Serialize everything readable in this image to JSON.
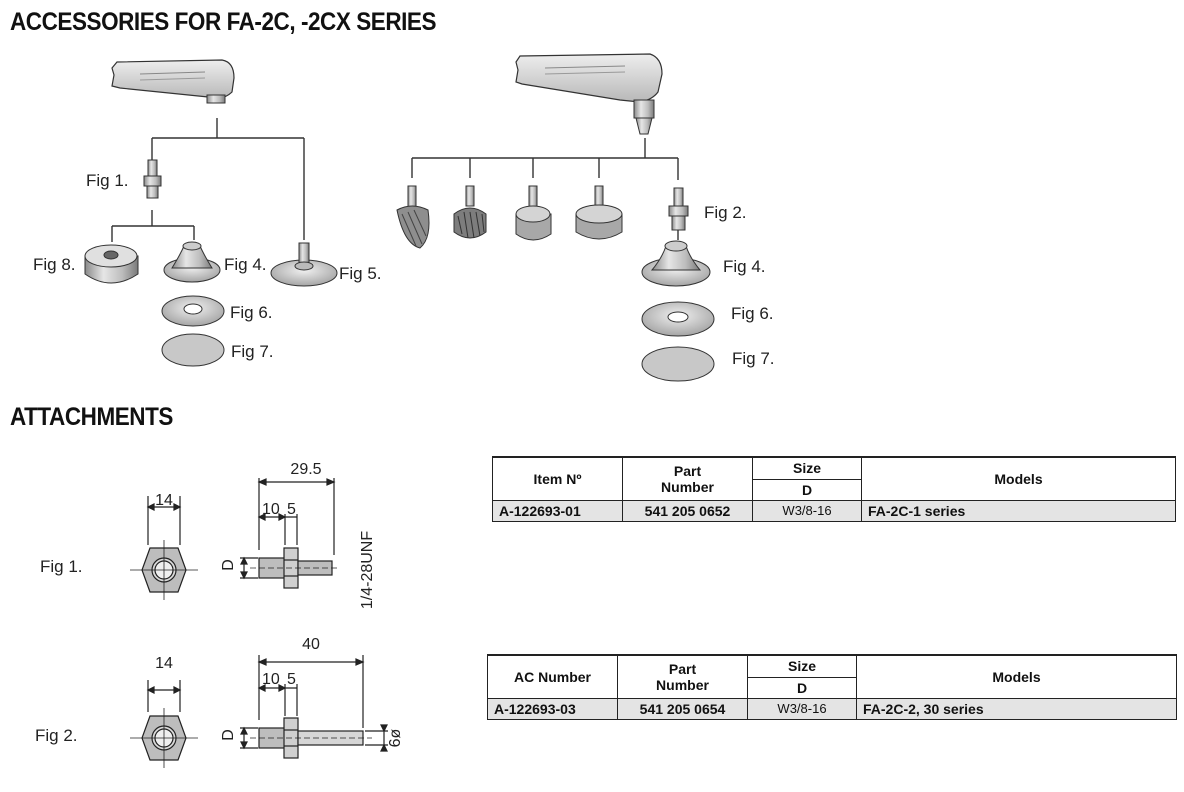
{
  "titles": {
    "accessories": "ACCESSORIES FOR FA-2C, -2CX SERIES",
    "attachments": "ATTACHMENTS"
  },
  "figure_labels": {
    "left_fig1": "Fig 1.",
    "left_fig8": "Fig 8.",
    "left_fig4": "Fig 4.",
    "left_fig5": "Fig 5.",
    "left_fig6": "Fig 6.",
    "left_fig7": "Fig 7.",
    "right_fig2": "Fig 2.",
    "right_fig4": "Fig 4.",
    "right_fig6": "Fig 6.",
    "right_fig7": "Fig 7."
  },
  "attachments": {
    "fig1": {
      "label": "Fig 1.",
      "dim_width": "14",
      "dim_total": "29.5",
      "dim_a": "10",
      "dim_b": "5",
      "dim_d": "D",
      "thread": "1/4-28UNF"
    },
    "fig2": {
      "label": "Fig 2.",
      "dim_width": "14",
      "dim_total": "40",
      "dim_a": "10",
      "dim_b": "5",
      "dim_d": "D",
      "shank": "6ø"
    }
  },
  "table1": {
    "headers": {
      "item": "Item Nº",
      "part_line1": "Part",
      "part_line2": "Number",
      "size": "Size",
      "size_sub": "D",
      "models": "Models"
    },
    "row": {
      "item": "A-122693-01",
      "part": "541 205 0652",
      "size": "W3/8-16",
      "models": "FA-2C-1 series"
    }
  },
  "table2": {
    "headers": {
      "item": "AC Number",
      "part_line1": "Part",
      "part_line2": "Number",
      "size": "Size",
      "size_sub": "D",
      "models": "Models"
    },
    "row": {
      "item": "A-122693-03",
      "part": "541 205 0654",
      "size": "W3/8-16",
      "models": "FA-2C-2, 30 series"
    }
  }
}
